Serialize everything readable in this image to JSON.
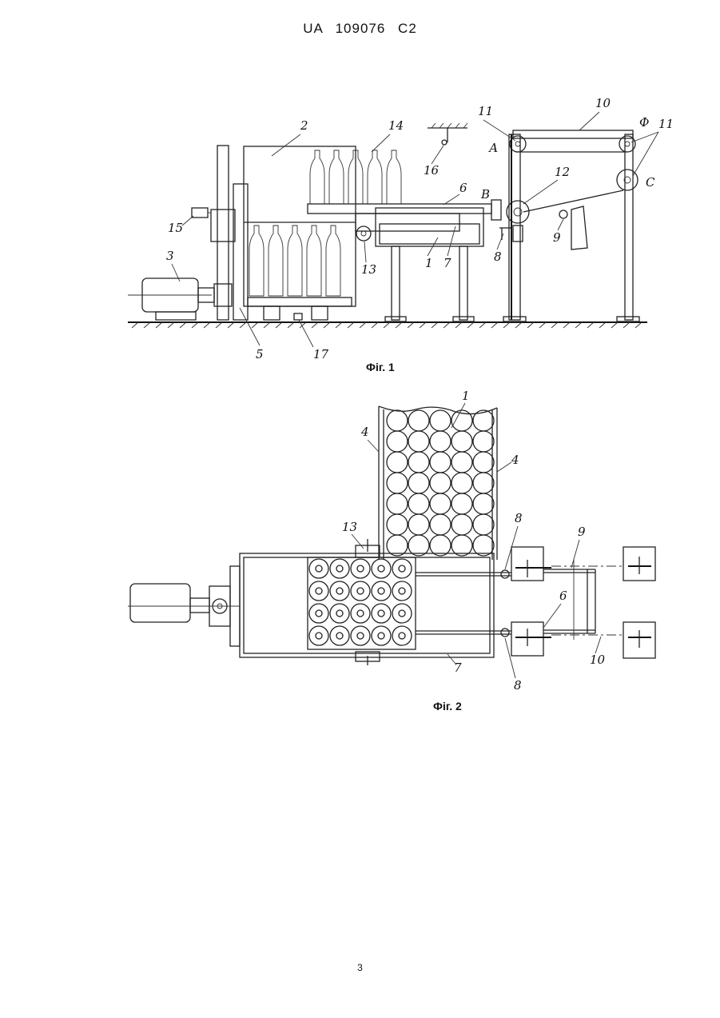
{
  "header": {
    "text": "UA 109076 C2"
  },
  "figures": [
    {
      "caption": "Фіг. 1",
      "labels": [
        "2",
        "14",
        "11",
        "10",
        "Ф",
        "11",
        "А",
        "16",
        "В",
        "6",
        "12",
        "С",
        "15",
        "3",
        "13",
        "1",
        "7",
        "8",
        "9",
        "5",
        "17"
      ]
    },
    {
      "caption": "Фіг. 2",
      "labels": [
        "1",
        "4",
        "4",
        "13",
        "8",
        "9",
        "6",
        "10",
        "7",
        "8"
      ]
    }
  ],
  "page_number": "3"
}
